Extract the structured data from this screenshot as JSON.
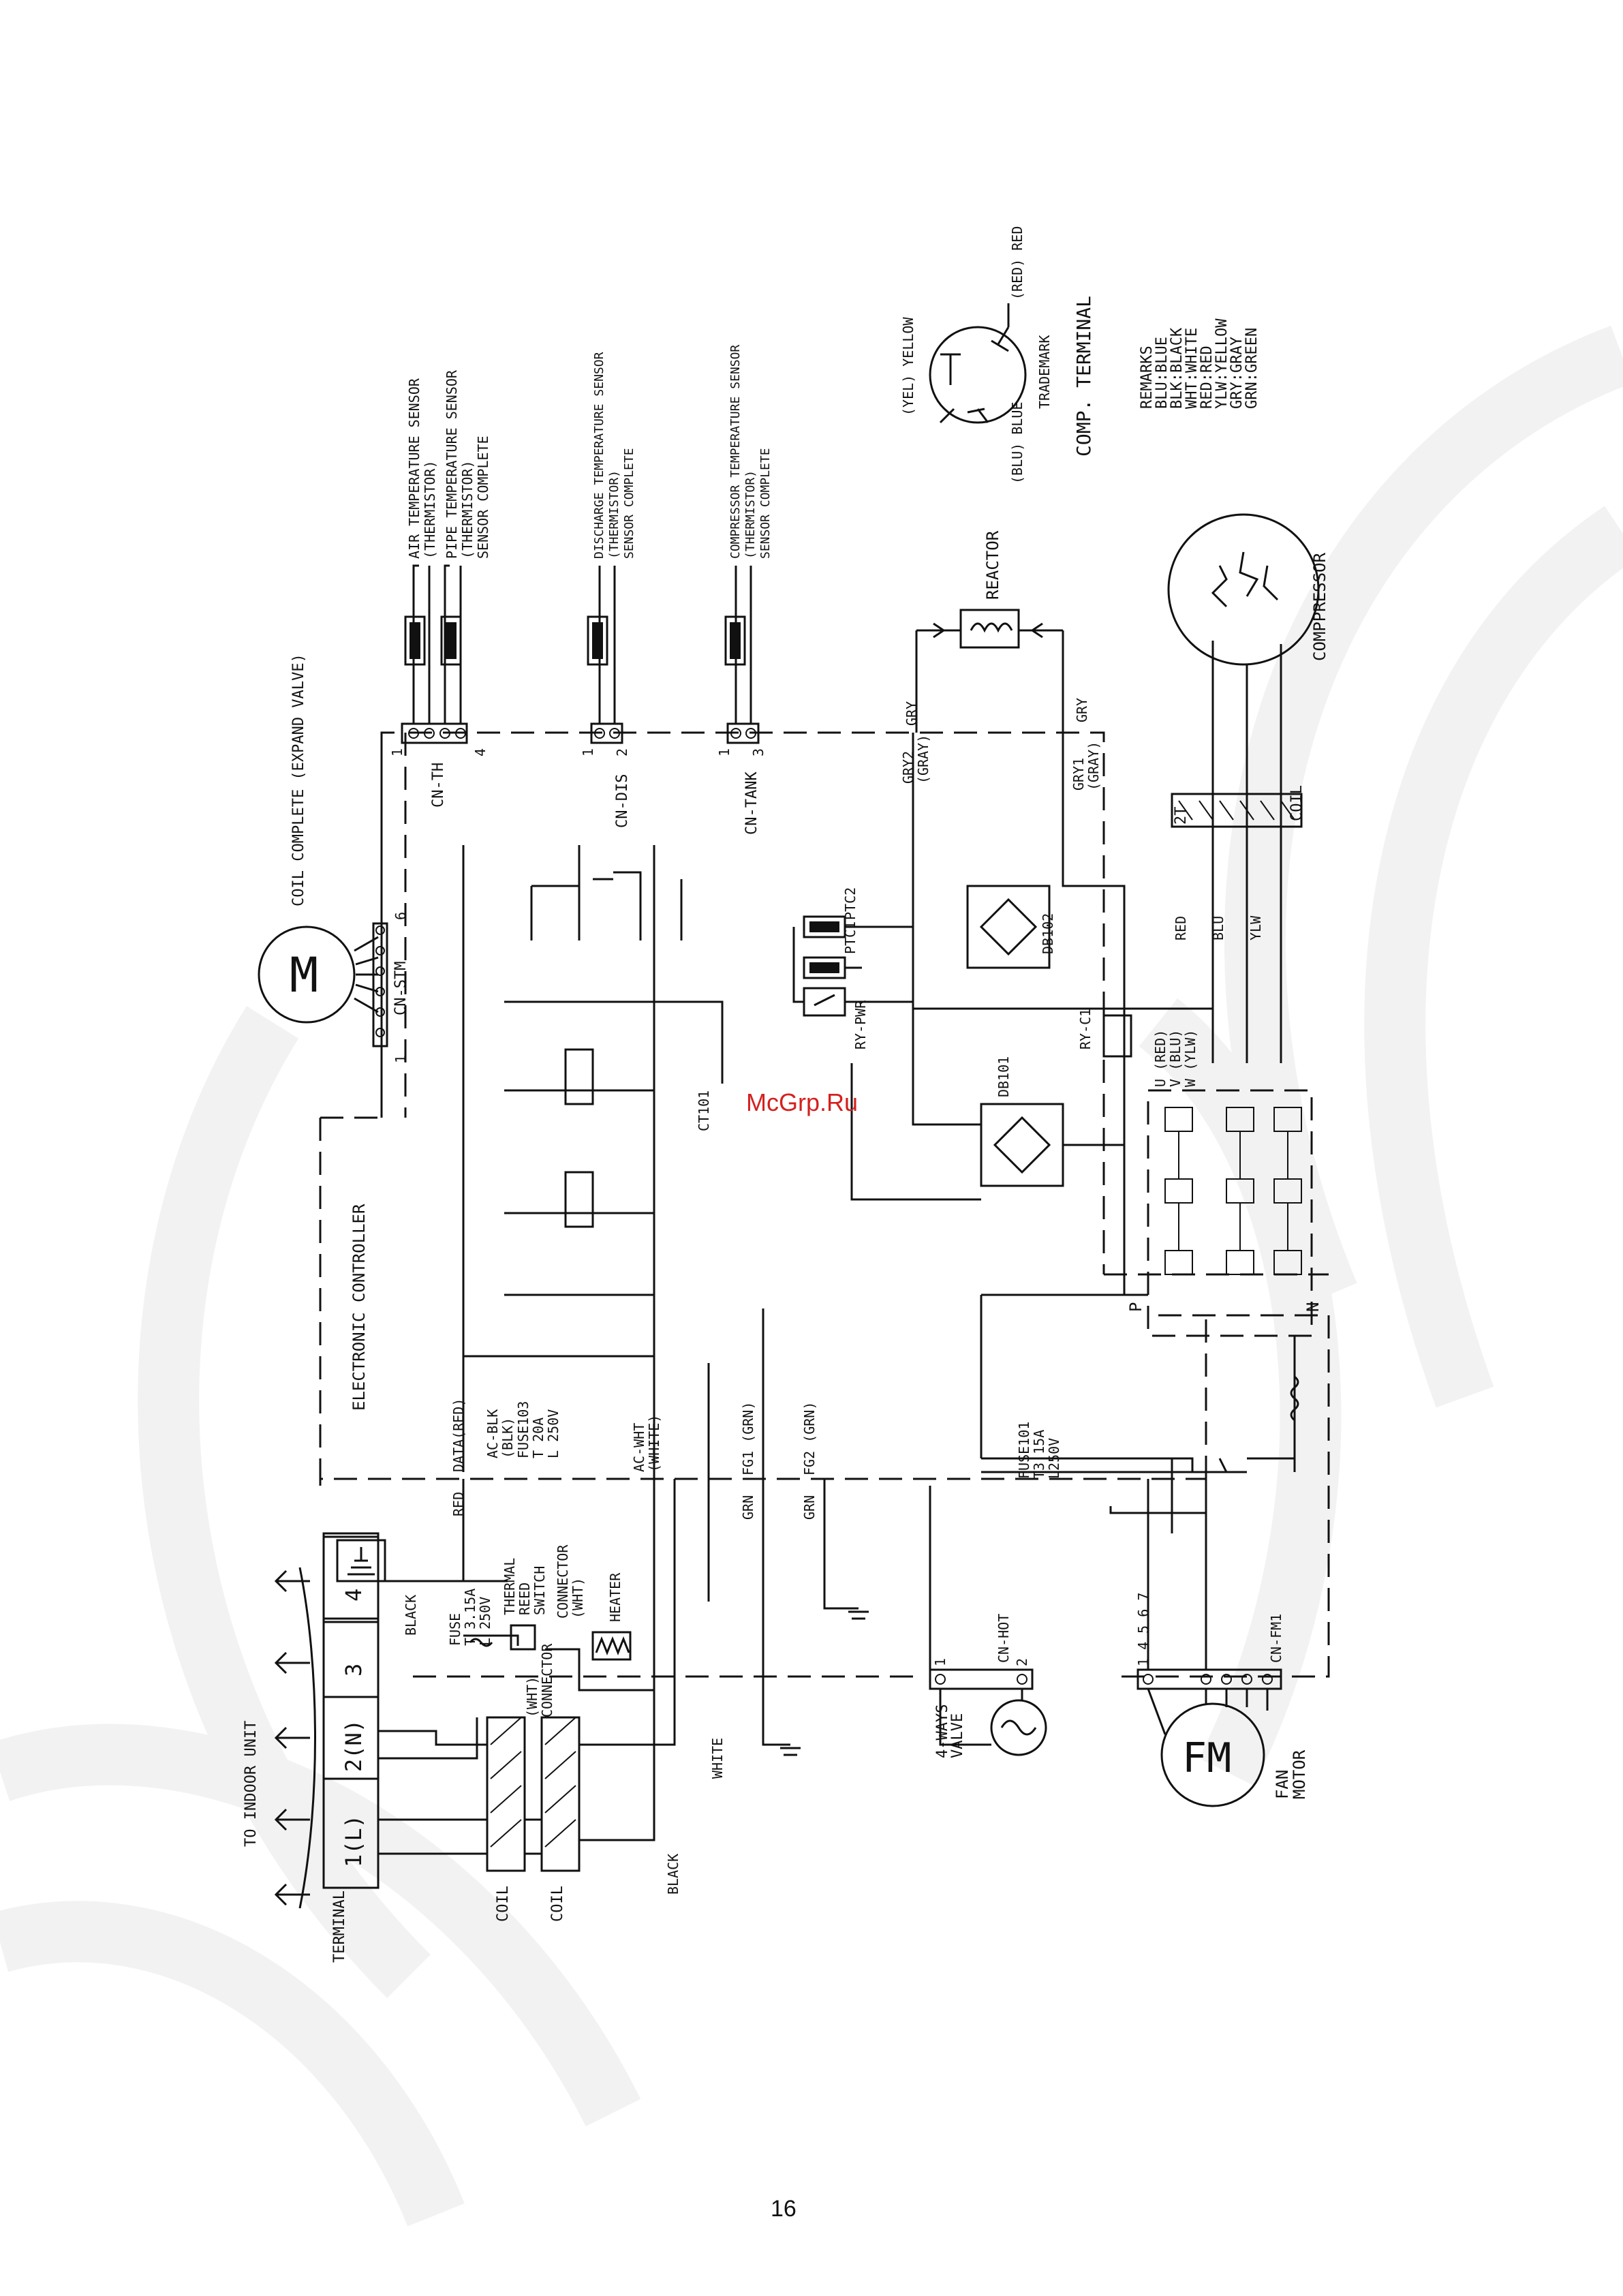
{
  "watermark": "McGrp.Ru",
  "page_number": "16",
  "labels": {
    "coil_complete": "COIL COMPLETE (EXPAND VALVE)",
    "cn_stm": "CN-STM",
    "cn_stm_pin1": "1",
    "cn_stm_pin6": "6",
    "motor_m": "M",
    "air_sensor_1": "AIR TEMPERATURE SENSOR",
    "air_sensor_2": "(THERMISTOR)",
    "pipe_sensor_1": "PIPE TEMPERATURE SENSOR",
    "pipe_sensor_2": "(THERMISTOR)",
    "sensor_complete": "SENSOR COMPLETE",
    "discharge_sensor_1": "DISCHARGE TEMPERATURE SENSOR",
    "discharge_sensor_2": "(THERMISTOR)",
    "discharge_sensor_3": "SENSOR COMPLETE",
    "comp_sensor_1": "COMPRESSOR TEMPERATURE SENSOR",
    "comp_sensor_2": "(THERMISTOR)",
    "comp_sensor_3": "SENSOR COMPLETE",
    "cn_th": "CN-TH",
    "cn_th_pin1": "1",
    "cn_th_pin4": "4",
    "cn_dis": "CN-DIS",
    "cn_dis_pin1": "1",
    "cn_dis_pin2": "2",
    "cn_tank": "CN-TANK",
    "cn_tank_pin1": "1",
    "cn_tank_pin3": "3",
    "yel_yellow": "(YEL) YELLOW",
    "red_red": "(RED) RED",
    "blu_blue": "(BLU) BLUE",
    "trademark": "TRADEMARK",
    "comp_terminal": "COMP. TERMINAL",
    "remarks": "REMARKS",
    "remark_blu": "BLU:BLUE",
    "remark_blk": "BLK:BLACK",
    "remark_wht": "WHT:WHITE",
    "remark_red": "RED:RED",
    "remark_ylw": "YLW:YELLOW",
    "remark_gry": "GRY:GRAY",
    "remark_grn": "GRN:GREEN",
    "reactor": "REACTOR",
    "compressor": "COMPPRESSOR",
    "gry2": "GRY2",
    "gray_a": "(GRAY)",
    "gry_a": "GRY",
    "gry1": "GRY1",
    "gray_b": "(GRAY)",
    "gry_b": "GRY",
    "coil_2t": "2T",
    "coil_label": "COIL",
    "red_wire": "RED",
    "blu_wire": "BLU",
    "ylw_wire": "YLW",
    "u_red": "U (RED)",
    "v_blu": "V (BLU)",
    "w_ylw": "W (YLW)",
    "db102": "DB102",
    "db101": "DB101",
    "ptc1": "PTC1",
    "ptc2": "PTC2",
    "ry_pwr": "RY-PWR",
    "ry_c1": "RY-C1",
    "ct101": "CT101",
    "electronic_controller": "ELECTRONIC CONTROLLER",
    "data_red": "DATA(RED)",
    "red_side": "RED",
    "ac_blk": "AC-BLK",
    "blk_paren": "(BLK)",
    "fuse103_1": "FUSE103",
    "fuse103_2": "T 20A",
    "fuse103_3": "L 250V",
    "ac_wht": "AC-WHT",
    "white_paren": "(WHITE)",
    "fg1": "FG1 (GRN)",
    "fg2": "FG2 (GRN)",
    "grn_1": "GRN",
    "grn_2": "GRN",
    "fuse101_1": "FUSE101",
    "fuse101_2": "T3.15A",
    "fuse101_3": "L250V",
    "p_label": "P",
    "n_label": "N",
    "to_indoor_unit": "TO INDOOR UNIT",
    "terminal": "TERMINAL",
    "term_1": "1(L)",
    "term_2": "2(N)",
    "term_3": "3",
    "term_4": "4",
    "black": "BLACK",
    "fuse_1": "FUSE",
    "fuse_2": "T 3.15A",
    "fuse_3": "L 250V",
    "thermal_1": "THERMAL",
    "thermal_2": "REED",
    "thermal_3": "SWITCH",
    "connector_wht_1": "CONNECTOR",
    "connector_wht_2": "(WHT)",
    "heater": "HEATER",
    "connector_b_1": "CONNECTOR",
    "connector_b_2": "(WHT)",
    "coil_a": "COIL",
    "coil_b": "COIL",
    "black_wire": "BLACK",
    "white_wire": "WHITE",
    "four_ways_1": "4-WAYS",
    "four_ways_2": "VALVE",
    "cn_hot": "CN-HOT",
    "cn_hot_pin1": "1",
    "cn_hot_pin2": "2",
    "cn_fm1": "CN-FM1",
    "cn_fm1_pins": "1  4 5 6 7",
    "fm": "FM",
    "fan_motor_1": "FAN",
    "fan_motor_2": "MOTOR"
  }
}
